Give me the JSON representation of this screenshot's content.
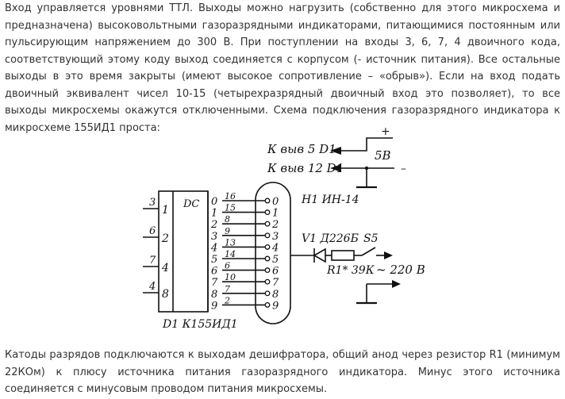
{
  "paragraphs": {
    "intro": "Вход управляется уровнями ТТЛ. Выходы можно нагрузить (собственно для этого микросхема и предназначена) высоковольтными газоразрядными индикаторами, питающимися постоянным или пульсирующим напряжением до 300 В. При поступлении на входы 3, 6, 7, 4 двоичного кода, соответствующий этому коду выход соединяется с корпусом (- источник питания). Все остальные выходы в это время закрыты (имеют высокое сопротивление – «обрыв»). Если на вход подать двоичный эквивалент чисел 10-15 (четырехразрядный двоичный вход это позволяет), то все выходы микросхемы окажутся отключенными. Схема подключения газоразрядного индикатора к микросхеме 155ИД1 проста:",
    "outro": "Катоды разрядов подключаются к выходам дешифратора, общий анод через резистор R1 (минимум 22КОм) к плюсу источника питания газоразрядного индикатора. Минус этого источника соединяется с минусовым проводом питания микросхемы."
  },
  "schematic": {
    "supply_top_label": "К выв 5  D1",
    "supply_bottom_label": "К выв 12 D1",
    "plus_sign": "+",
    "minus_sign": "–",
    "voltage_label": "5В",
    "chip_function": "DC",
    "chip_label": "D1 К155ИД1",
    "indicator_label": "H1 ИН-14",
    "diode_label": "V1 Д226Б",
    "switch_label": "S5",
    "resistor_label": "R1* 39К",
    "mains_label": "~ 220 В",
    "inputs": [
      {
        "pin": "3",
        "weight": "1"
      },
      {
        "pin": "6",
        "weight": "2"
      },
      {
        "pin": "7",
        "weight": "4"
      },
      {
        "pin": "4",
        "weight": "8"
      }
    ],
    "outputs": [
      {
        "digit": "0",
        "pin": "16"
      },
      {
        "digit": "1",
        "pin": "15"
      },
      {
        "digit": "2",
        "pin": "8"
      },
      {
        "digit": "3",
        "pin": "9"
      },
      {
        "digit": "4",
        "pin": "13"
      },
      {
        "digit": "5",
        "pin": "14"
      },
      {
        "digit": "6",
        "pin": "6"
      },
      {
        "digit": "7",
        "pin": "10"
      },
      {
        "digit": "8",
        "pin": "7"
      },
      {
        "digit": "9",
        "pin": "2"
      }
    ]
  }
}
